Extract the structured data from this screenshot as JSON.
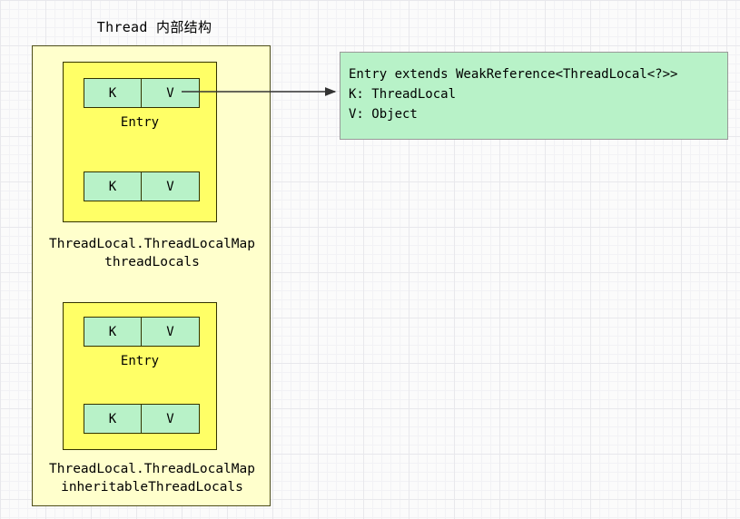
{
  "diagram": {
    "title": "Thread 内部结构",
    "colors": {
      "container_fill": "#ffffcc",
      "map_fill": "#ffff66",
      "entry_fill": "#b8f2c8",
      "note_fill": "#b8f2c8",
      "dark_border": "#333300",
      "note_border": "#999999",
      "background": "#fbfbfb"
    },
    "maps": [
      {
        "caption_line1": "ThreadLocal.ThreadLocalMap",
        "caption_line2": "threadLocals",
        "entry_label": "Entry",
        "rows": [
          {
            "key": "K",
            "value": "V"
          },
          {
            "key": "K",
            "value": "V"
          }
        ]
      },
      {
        "caption_line1": "ThreadLocal.ThreadLocalMap",
        "caption_line2": "inheritableThreadLocals",
        "entry_label": "Entry",
        "rows": [
          {
            "key": "K",
            "value": "V"
          },
          {
            "key": "K",
            "value": "V"
          }
        ]
      }
    ],
    "note": {
      "line1": "Entry extends WeakReference<ThreadLocal<?>>",
      "line2": "K: ThreadLocal",
      "line3": "V: Object"
    },
    "connector": {
      "label": "entry-to-note-arrow"
    }
  }
}
